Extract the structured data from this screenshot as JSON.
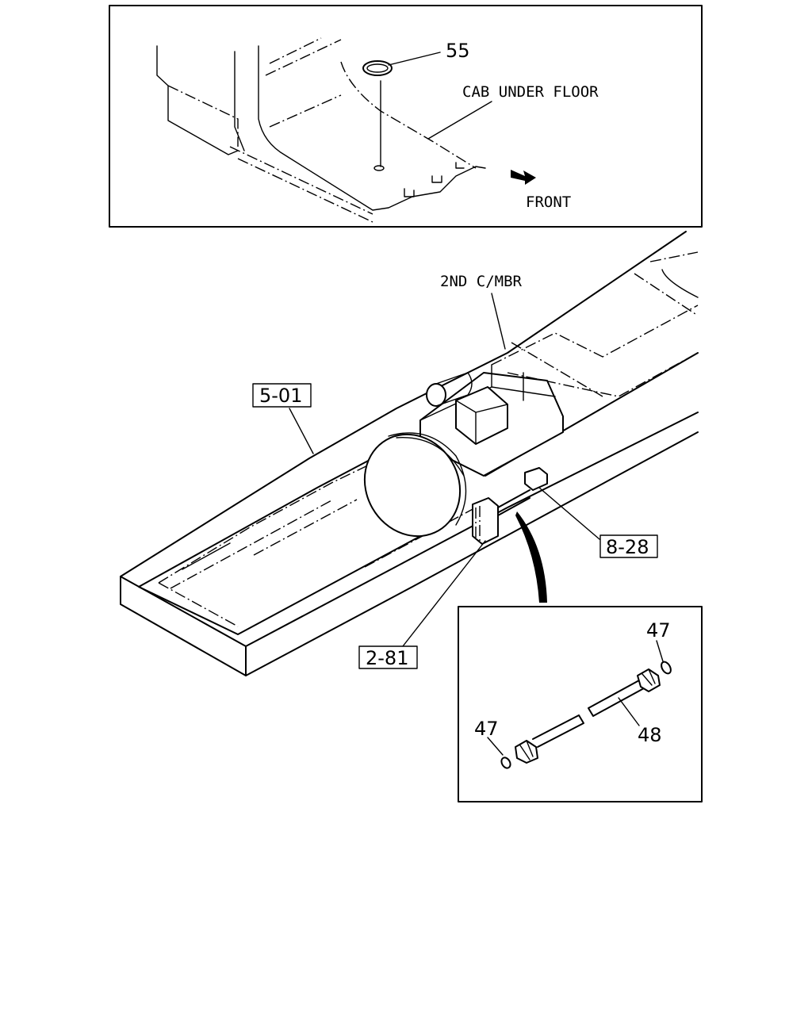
{
  "top_inset": {
    "part_55": "55",
    "cab_under_floor": "CAB UNDER FLOOR",
    "front": "FRONT"
  },
  "main": {
    "cross_member": "2ND C/MBR",
    "ref_5_01": "5-01",
    "ref_8_28": "8-28",
    "ref_2_81": "2-81"
  },
  "detail_inset": {
    "part_47_top": "47",
    "part_47_bottom": "47",
    "part_48": "48"
  }
}
